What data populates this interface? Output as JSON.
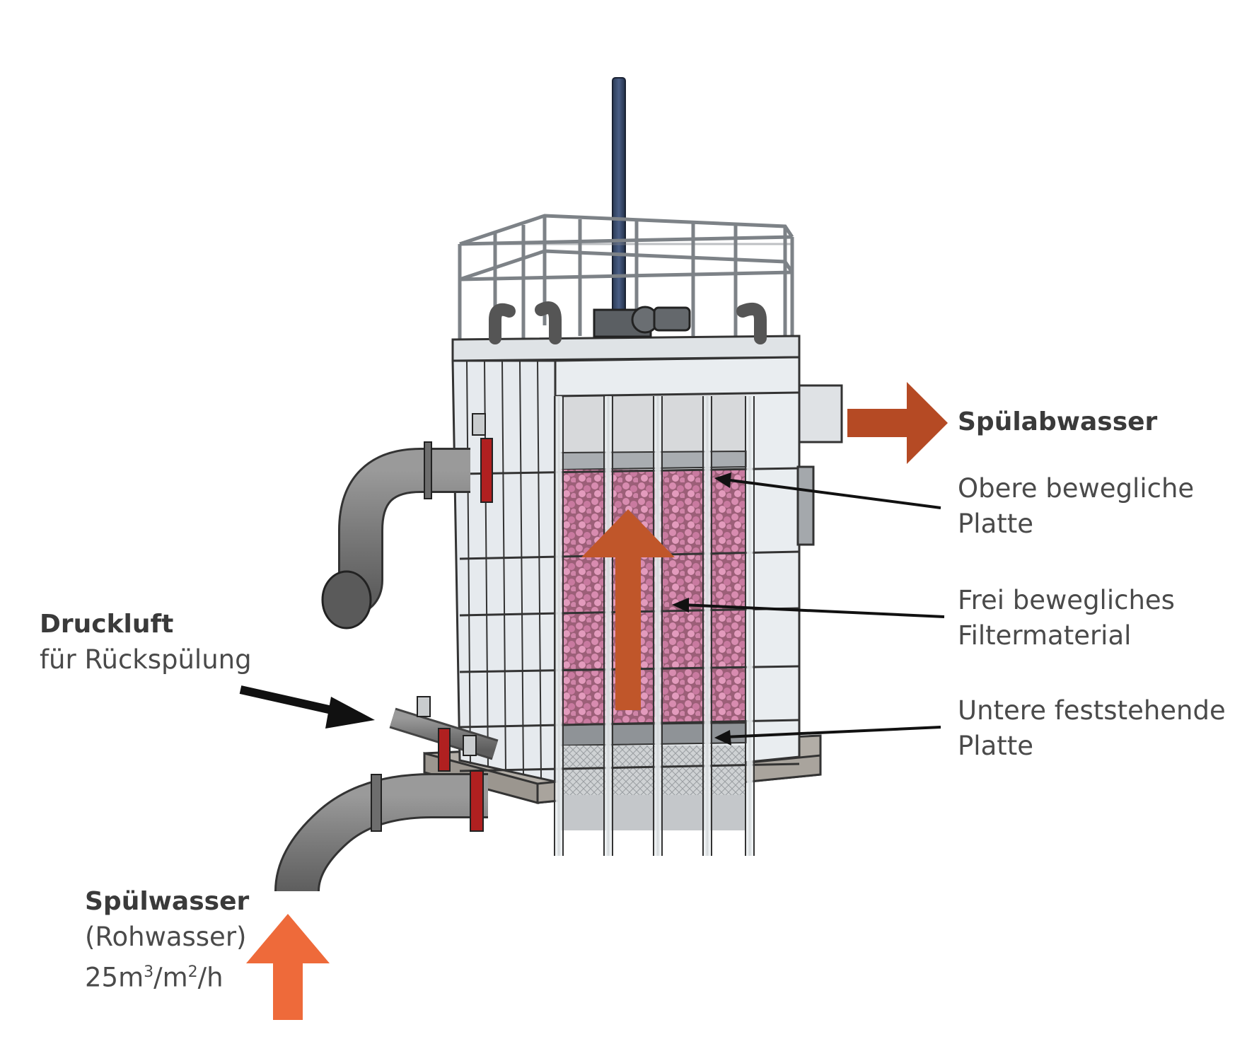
{
  "colors": {
    "outlet_arrow": "#b54a24",
    "flow_arrow": "#c0562a",
    "inlet_arrow": "#ee6a3a",
    "filter_media": "#c07a98",
    "frame": "#e8ecf0",
    "pipe": "#808080",
    "flange_red": "#b02020",
    "base": "#a8a39c"
  },
  "labels": {
    "outlet": {
      "title": "Spülabwasser"
    },
    "upper_plate": {
      "line1": "Obere bewegliche",
      "line2": "Platte"
    },
    "media": {
      "line1": "Frei bewegliches",
      "line2": "Filtermaterial"
    },
    "lower_plate": {
      "line1": "Untere feststehende",
      "line2": "Platte"
    },
    "air": {
      "title": "Druckluft",
      "subtitle": "für Rückspülung"
    },
    "wash_water": {
      "title": "Spülwasser",
      "line1": "(Rohwasser)",
      "unit_base": "25m",
      "unit_sup1": "3",
      "unit_mid": "/m",
      "unit_sup2": "2",
      "unit_end": "/h"
    }
  }
}
